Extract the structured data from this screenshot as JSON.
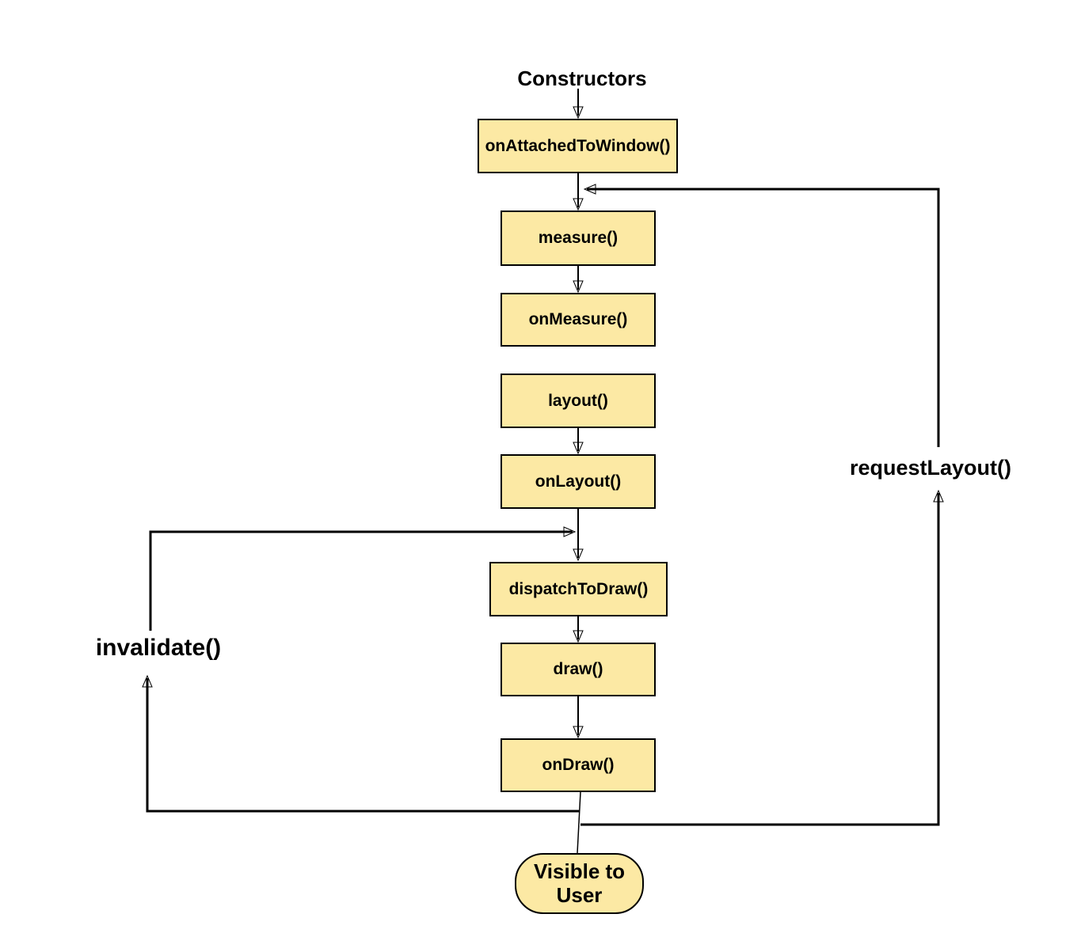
{
  "diagram": {
    "start_label": "Constructors",
    "nodes": [
      {
        "label": "onAttachedToWindow()"
      },
      {
        "label": "measure()"
      },
      {
        "label": "onMeasure()"
      },
      {
        "label": "layout()"
      },
      {
        "label": "onLayout()"
      },
      {
        "label": "dispatchToDraw()"
      },
      {
        "label": "draw()"
      },
      {
        "label": "onDraw()"
      }
    ],
    "terminal_label": "Visible to User",
    "loop_labels": {
      "invalidate": "invalidate()",
      "request_layout": "requestLayout()"
    },
    "colors": {
      "node_fill": "#FCE9A4",
      "node_border": "#000000",
      "edge": "#000000",
      "background": "#FFFFFF"
    }
  }
}
